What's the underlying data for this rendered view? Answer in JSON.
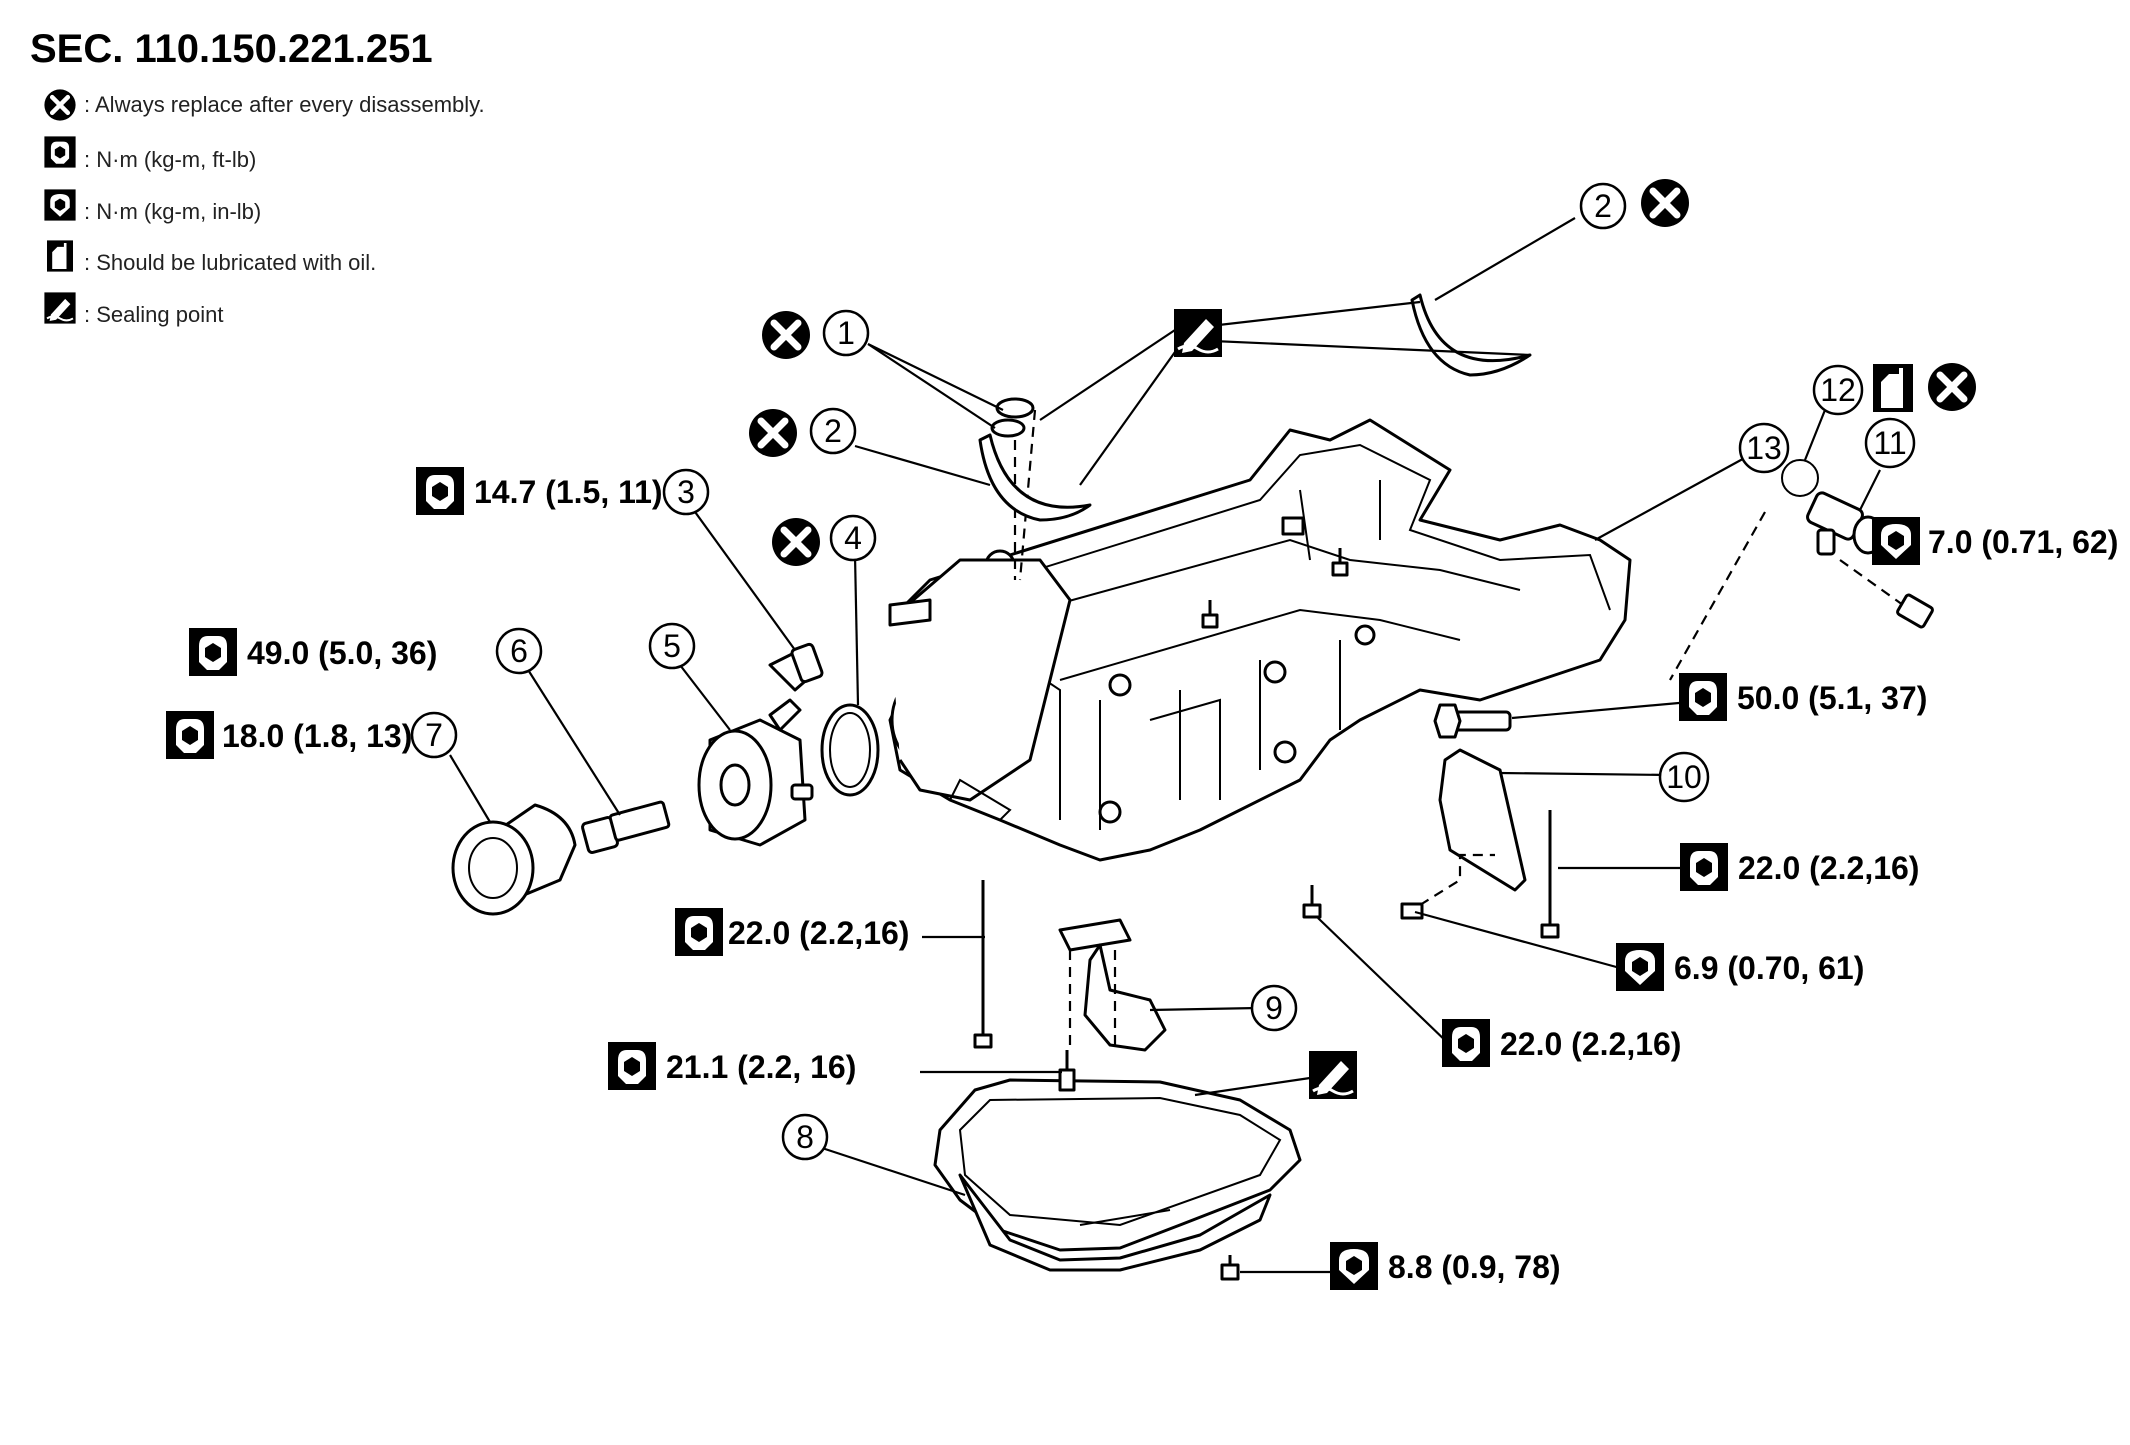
{
  "section_title": "SEC. 110.150.221.251",
  "legend": [
    {
      "icon": "replace-icon",
      "text": ": Always replace after every disassembly."
    },
    {
      "icon": "torque-ftlb-icon",
      "text": ": N·m (kg-m, ft-lb)"
    },
    {
      "icon": "torque-inlb-icon",
      "text": ": N·m (kg-m, in-lb)"
    },
    {
      "icon": "oil-icon",
      "text": ": Should be lubricated with oil."
    },
    {
      "icon": "sealing-icon",
      "text": ": Sealing point"
    }
  ],
  "callouts": [
    "1",
    "2",
    "2",
    "3",
    "4",
    "5",
    "6",
    "7",
    "8",
    "9",
    "10",
    "11",
    "12",
    "13"
  ],
  "torque_specs": [
    "14.7 (1.5, 11)",
    "49.0 (5.0, 36)",
    "18.0 (1.8, 13)",
    "7.0 (0.71, 62)",
    "50.0 (5.1, 37)",
    "22.0 (2.2,16)",
    "22.0 (2.2,16)",
    "6.9 (0.70, 61)",
    "22.0 (2.2,16)",
    "21.1 (2.2, 16)",
    "8.8 (0.9, 78)"
  ]
}
